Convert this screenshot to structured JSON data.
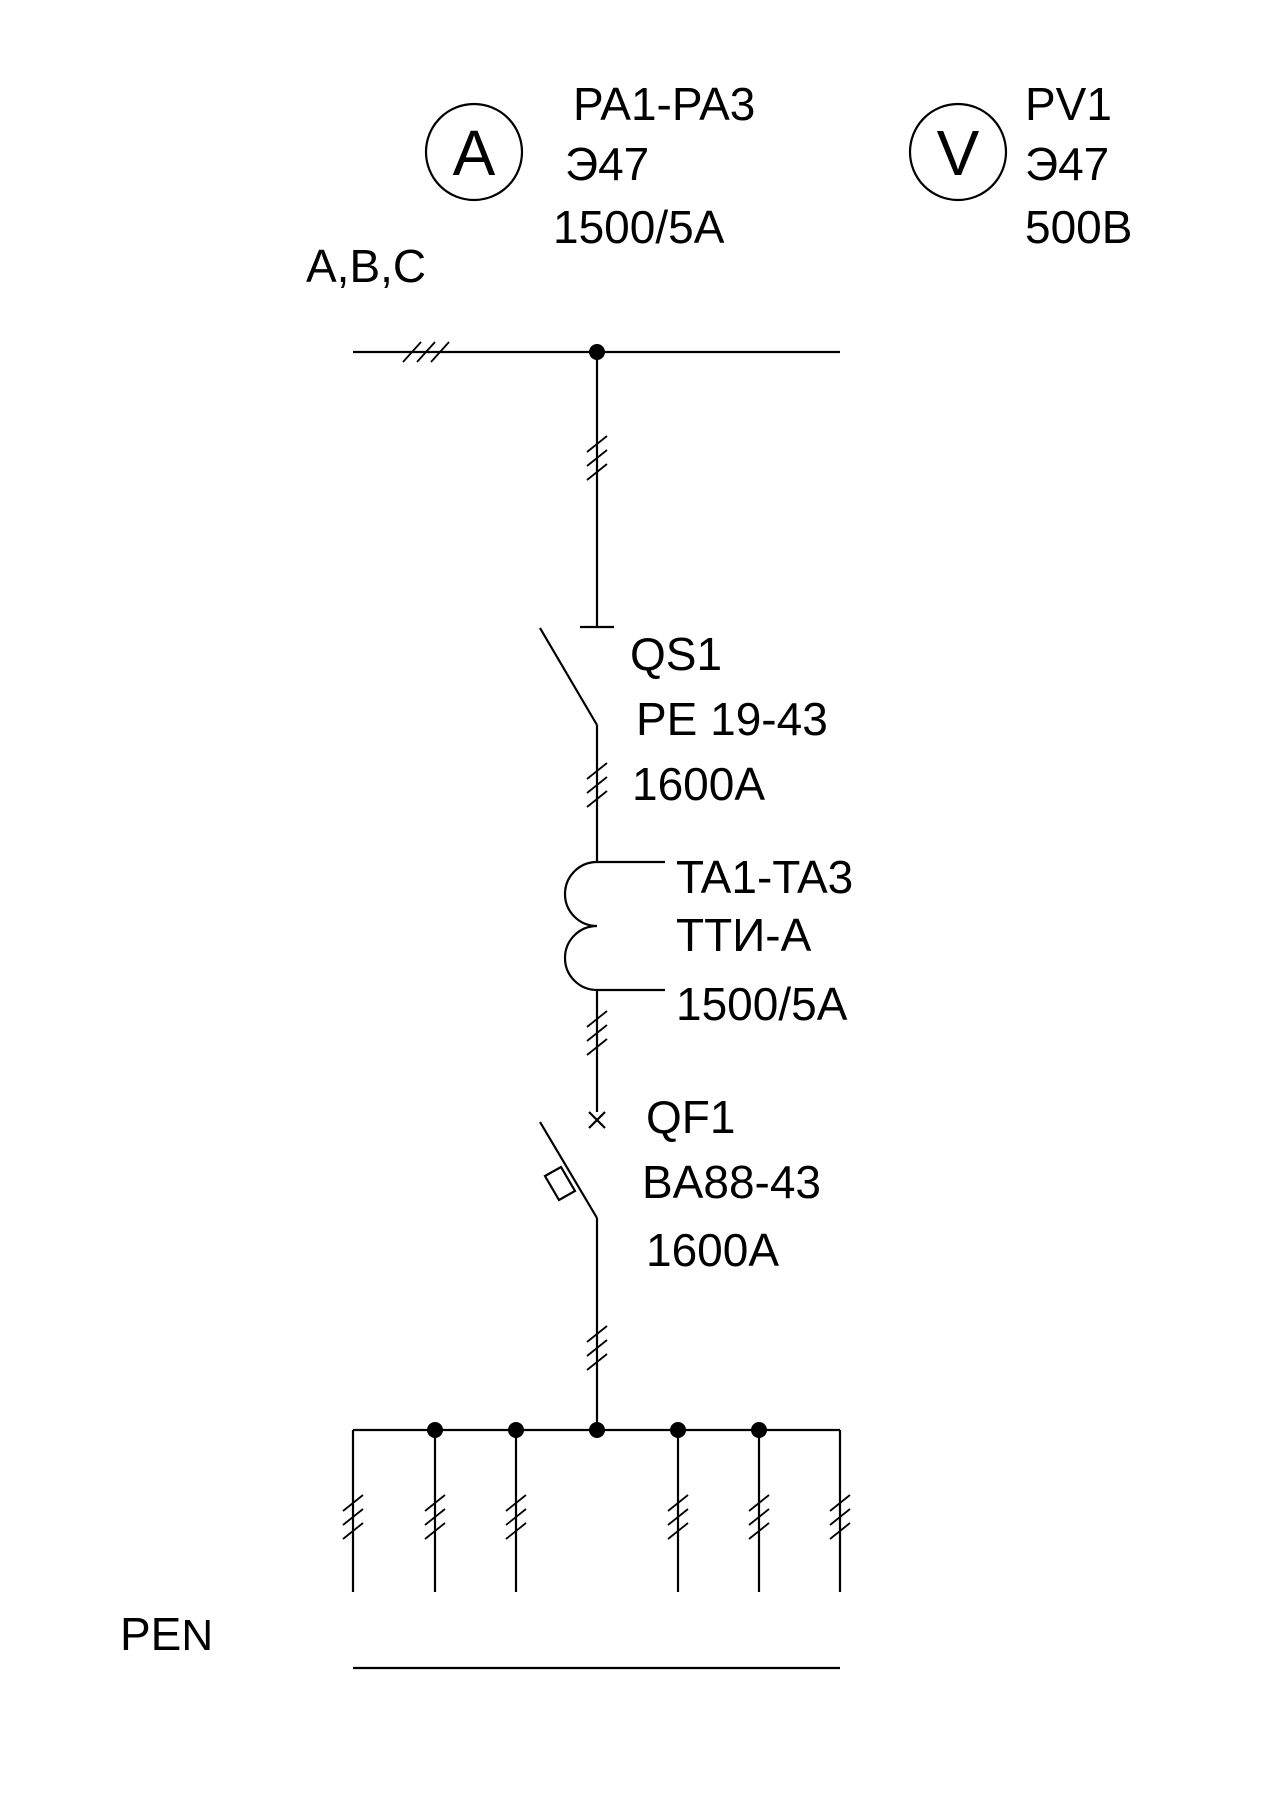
{
  "meters": {
    "ammeter": {
      "symbol": "A",
      "label": "PA1-PA3",
      "type": "Э47",
      "rating": "1500/5A"
    },
    "voltmeter": {
      "symbol": "V",
      "label": "PV1",
      "type": "Э47",
      "rating": "500В"
    }
  },
  "bus": {
    "phases": "A,B,C"
  },
  "disconnector": {
    "label": "QS1",
    "type": "PE 19-43",
    "rating": "1600A"
  },
  "current_transformer": {
    "label": "TA1-TA3",
    "type": "ТТИ-А",
    "rating": "1500/5A"
  },
  "breaker": {
    "label": "QF1",
    "type": "BA88-43",
    "rating": "1600A"
  },
  "pen": {
    "pe": "PE",
    "n": "N"
  },
  "colors": {
    "line": "#000000",
    "background": "#ffffff"
  }
}
